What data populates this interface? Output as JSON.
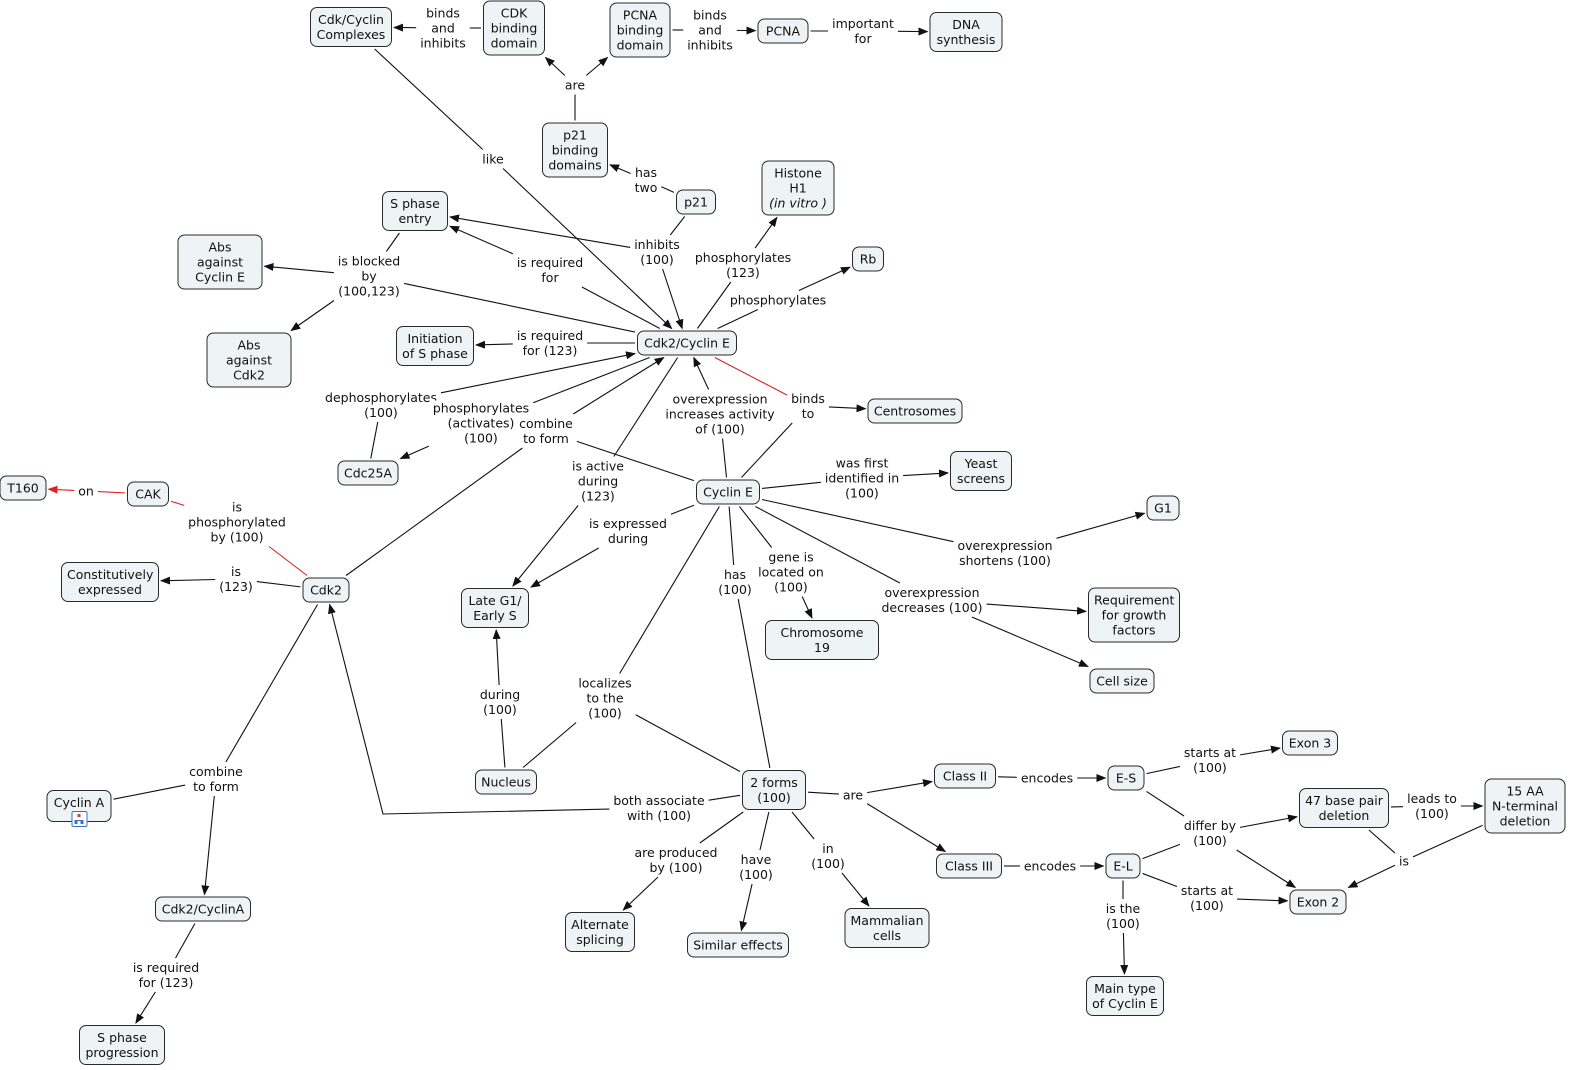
{
  "concepts": {
    "cdk_cyclin": "Cdk/Cyclin\nComplexes",
    "cdk_binding": "CDK\nbinding\ndomain",
    "pcna_binding": "PCNA\nbinding\ndomain",
    "pcna": "PCNA",
    "dna": "DNA\nsynthesis",
    "p21_binding": "p21\nbinding\ndomains",
    "p21": "p21",
    "histone": "Histone\nH1",
    "histone_note": "(in vitro )",
    "rb": "Rb",
    "s_entry": "S phase\nentry",
    "abs_cyce": "Abs against\nCyclin E",
    "abs_cdk2": "Abs against\nCdk2",
    "initiation": "Initiation\nof S phase",
    "cdk2cyce": "Cdk2/Cyclin E",
    "centrosomes": "Centrosomes",
    "cdc25a": "Cdc25A",
    "t160": "T160",
    "cak": "CAK",
    "cyclin_e": "Cyclin E",
    "yeast": "Yeast\nscreens",
    "g1": "G1",
    "constitutively": "Constitutively\nexpressed",
    "cdk2": "Cdk2",
    "late_g1": "Late G1/\nEarly S",
    "chr19": "Chromosome 19",
    "requirement": "Requirement\nfor growth\nfactors",
    "cell_size": "Cell size",
    "nucleus": "Nucleus",
    "two_forms": "2 forms\n(100)",
    "class2": "Class II",
    "es": "E-S",
    "exon3": "Exon 3",
    "bp47": "47 base pair\ndeletion",
    "aa15": "15 AA\nN-terminal\ndeletion",
    "class3": "Class III",
    "el": "E-L",
    "exon2": "Exon 2",
    "cyclin_a": "Cyclin A",
    "cdk2cyca": "Cdk2/CyclinA",
    "s_prog": "S phase\nprogression",
    "alternate": "Alternate\nsplicing",
    "similar": "Similar effects",
    "mammalian": "Mammalian\ncells",
    "main_type": "Main type\nof Cyclin E"
  },
  "links": {
    "l_bi1": "binds\nand\ninhibits",
    "l_bi2": "binds\nand\ninhibits",
    "l_imp": "important\nfor",
    "l_are1": "are",
    "l_has2": "has\ntwo",
    "l_like": "like",
    "l_inh": "inhibits\n(100)",
    "l_reqfor": "is required\nfor",
    "l_phos123": "phosphorylates\n(123)",
    "l_phosrb": "phosphorylates",
    "l_blocked": "is blocked\nby\n(100,123)",
    "l_req123": "is required\nfor (123)",
    "l_dephos": "dephosphorylates\n(100)",
    "l_phosact": "phosphorylates\n(activates)\n(100)",
    "l_comb1": "combine\nto form",
    "l_overinc": "overexpression\nincreases activity\nof (100)",
    "l_binds": "binds\nto",
    "l_active": "is active\nduring\n(123)",
    "l_expr": "is expressed\nduring",
    "l_first": "was first\nidentified in\n(100)",
    "l_shortens": "overexpression\nshortens (100)",
    "l_gene": "gene is\nlocated on\n(100)",
    "l_decr": "overexpression\ndecreases (100)",
    "l_has": "has\n(100)",
    "l_local": "localizes\nto the\n(100)",
    "l_during": "during\n(100)",
    "l_on": "on",
    "l_isphos": "is\nphosphorylated\nby (100)",
    "l_is123": "is\n(123)",
    "l_comb2": "combine\nto form",
    "l_req123b": "is required\nfor (123)",
    "l_both": "both associate\nwith (100)",
    "l_are2": "are",
    "l_prod": "are produced\nby (100)",
    "l_have": "have\n(100)",
    "l_in": "in\n(100)",
    "l_enc1": "encodes",
    "l_enc2": "encodes",
    "l_start1": "starts at\n(100)",
    "l_differ": "differ by\n(100)",
    "l_leads": "leads to\n(100)",
    "l_is": "is",
    "l_start2": "starts at\n(100)",
    "l_isthe": "is the\n(100)"
  },
  "icons": {
    "cyclin_a_submap": "concept-map-submap-icon"
  },
  "colors": {
    "concept_fill": "#eef3f5",
    "concept_border": "#2a2a2a",
    "line": "#111111",
    "highlight": "#e02020"
  }
}
